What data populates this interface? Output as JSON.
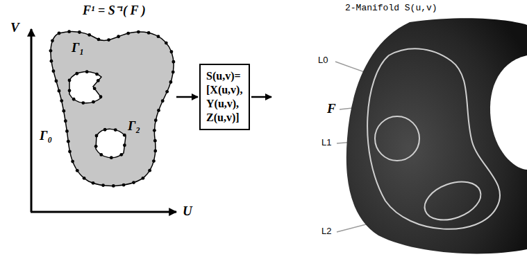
{
  "diagram": {
    "nodes": [
      {
        "text": [
          "Γ₁",
          "Γ₂"
        ]
      },
      {
        "text": [
          "S(u,v)= [X(u,v), Y(u,v), Z(u,v)]"
        ]
      },
      {
        "text": [
          "2-Manifold S(u,v)"
        ]
      }
    ],
    "edges": [
      {
        "from": 0,
        "to": 1,
        "arrow": "to"
      },
      {
        "from": 1,
        "to": 2,
        "arrow": "to"
      }
    ],
    "labels": [
      "F¹ = S⁻¹( F )",
      "V",
      "U",
      "Γ₀",
      "L0",
      "F",
      "L1",
      "L2"
    ]
  }
}
